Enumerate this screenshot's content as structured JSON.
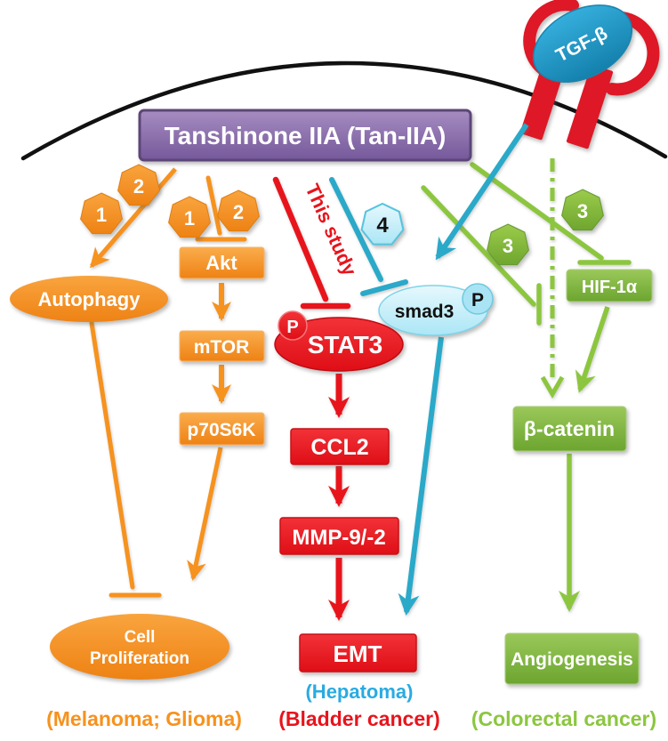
{
  "title": "Tanshinone IIA (Tan-IIA)",
  "ligand": "TGF-β",
  "steps": {
    "s1": "1",
    "s2": "2",
    "s3": "3",
    "s4": "4"
  },
  "phospho": "P",
  "nodes": {
    "autophagy": "Autophagy",
    "akt": "Akt",
    "mtor": "mTOR",
    "p70s6k": "p70S6K",
    "cell1": "Cell",
    "cell2": "Proliferation",
    "stat3": "STAT3",
    "ccl2": "CCL2",
    "mmp": "MMP-9/-2",
    "emt": "EMT",
    "smad3": "smad3",
    "hif1a": "HIF-1α",
    "beta_catenin": "β-catenin",
    "angiogenesis": "Angiogenesis"
  },
  "annotations": {
    "this_study": "This study"
  },
  "footers": {
    "melanoma": "(Melanoma; Glioma)",
    "hepatoma": "(Hepatoma)",
    "bladder": "(Bladder cancer)",
    "colorectal": "(Colorectal cancer)"
  },
  "colors": {
    "orange": "#F6921E",
    "red": "#E8141C",
    "teal": "#2AA9C9",
    "cyan_text": "#29ABE2",
    "green": "#8CC63F",
    "purple": "#7D5FA0",
    "blue": "#2095C8",
    "membrane": "#111111"
  }
}
